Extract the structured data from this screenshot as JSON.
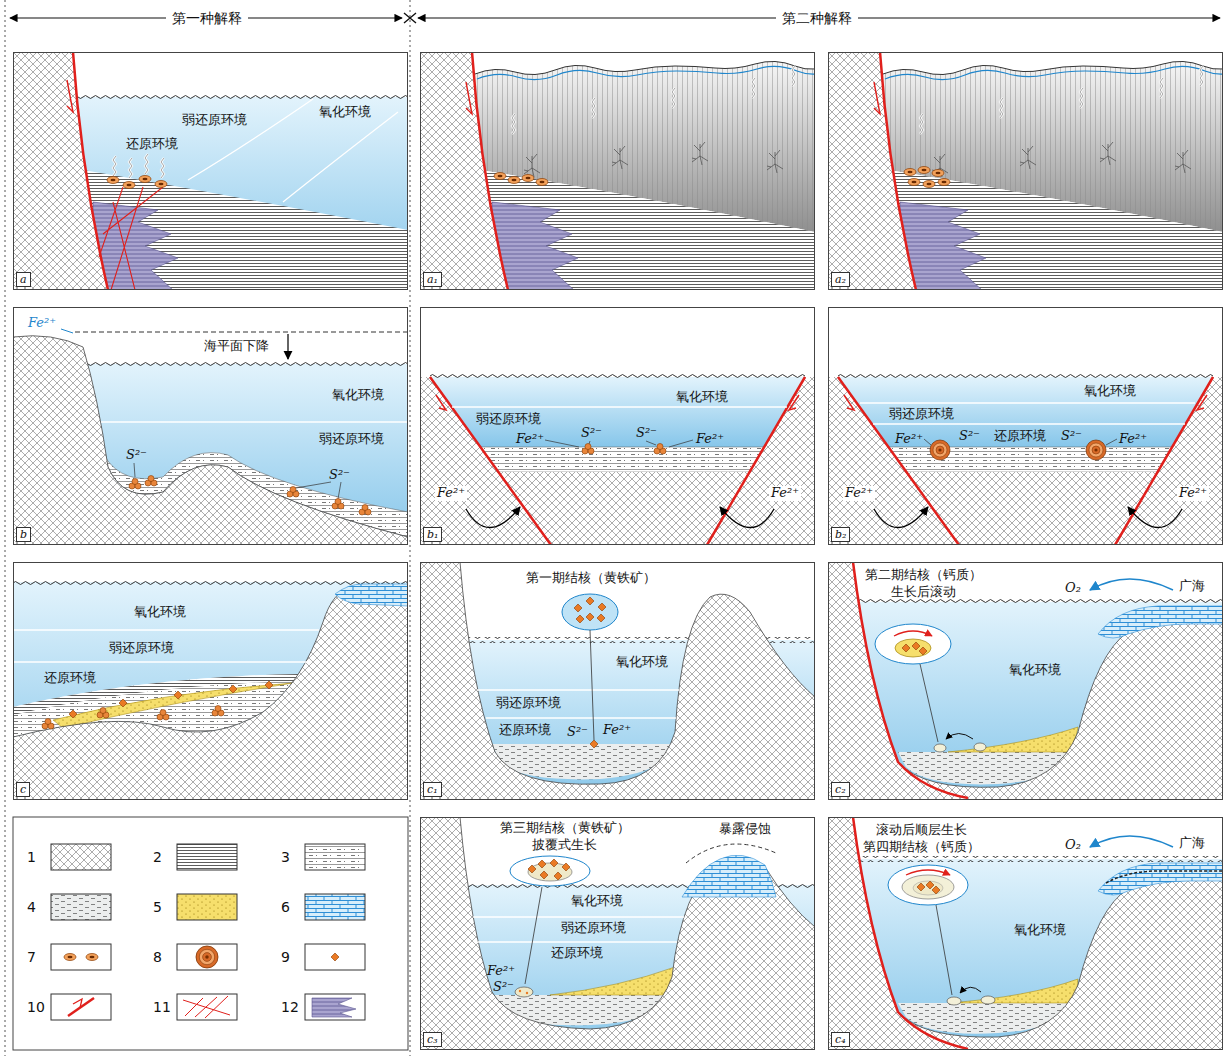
{
  "diagram": {
    "nodes": [
      {
        "text": [
          "氧化环境",
          "弱还原环境",
          "还原环境",
          "a"
        ]
      },
      {
        "text": [
          "a₁"
        ]
      },
      {
        "text": [
          "a₂"
        ]
      },
      {
        "text": [
          "Fe²⁺",
          "海平面下降",
          "氧化环境",
          "S²⁻",
          "弱还原环境",
          "S²⁻",
          "b"
        ]
      },
      {
        "text": [
          "氧化环境",
          "弱还原环境",
          "Fe²⁺",
          "S²⁻",
          "S²⁻",
          "Fe²⁺",
          "Fe²⁺",
          "Fe²⁺",
          "b₁"
        ]
      },
      {
        "text": [
          "氧化环境",
          "弱还原环境",
          "还原环境",
          "Fe²⁺",
          "S²⁻",
          "S²⁻",
          "Fe²⁺",
          "Fe²⁺",
          "Fe²⁺",
          "b₂"
        ]
      },
      {
        "text": [
          "氧化环境",
          "弱还原环境",
          "还原环境",
          "c"
        ]
      },
      {
        "text": [
          "第一期结核（黄铁矿）",
          "氧化环境",
          "弱还原环境",
          "还原环境",
          "S²⁻",
          "Fe²⁺",
          "c₁"
        ]
      },
      {
        "text": [
          "第二期结核（钙质） 生长后滚动",
          "O₂",
          "广海",
          "氧化环境",
          "c₂"
        ]
      },
      {
        "text": [
          "第三期结核（黄铁矿） 披覆式生长",
          "暴露侵蚀",
          "氧化环境",
          "弱还原环境",
          "还原环境",
          "Fe²⁺",
          "S²⁻",
          "c₃"
        ]
      },
      {
        "text": [
          "滚动后顺层生长 第四期结核（钙质）",
          "O₂",
          "广海",
          "氧化环境",
          "c₄"
        ]
      }
    ],
    "labels": [
      "第一种解释",
      "第二种解释"
    ],
    "legend": [
      {
        "text": "1"
      },
      {
        "text": "2"
      },
      {
        "text": "3"
      },
      {
        "text": "4"
      },
      {
        "text": "5"
      },
      {
        "text": "6"
      },
      {
        "text": "7"
      },
      {
        "text": "8"
      },
      {
        "text": "9"
      },
      {
        "text": "10"
      },
      {
        "text": "11"
      },
      {
        "text": "12"
      }
    ]
  }
}
